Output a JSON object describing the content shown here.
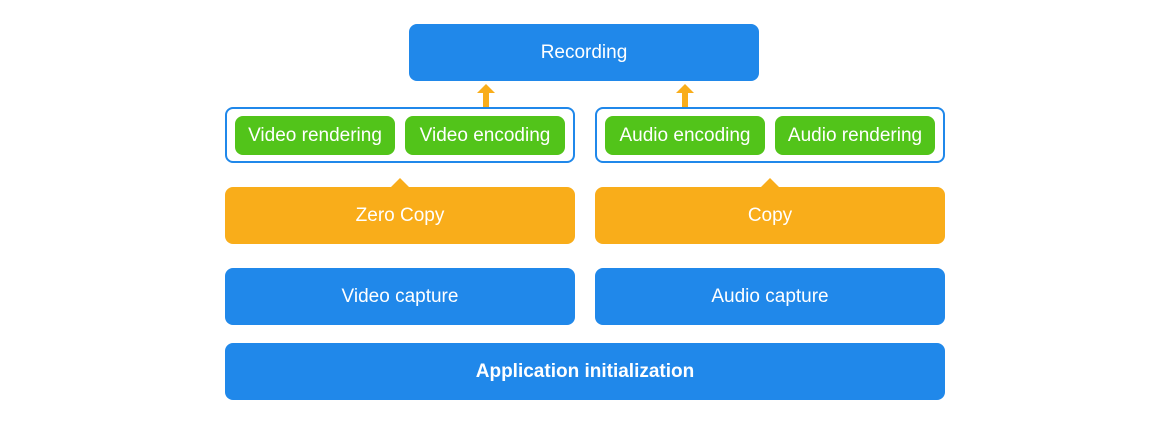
{
  "diagram": {
    "top": {
      "label": "Recording"
    },
    "video_group": {
      "items": [
        {
          "label": "Video rendering"
        },
        {
          "label": "Video encoding"
        }
      ]
    },
    "audio_group": {
      "items": [
        {
          "label": "Audio encoding"
        },
        {
          "label": "Audio rendering"
        }
      ]
    },
    "copy_layer": {
      "video": {
        "label": "Zero Copy"
      },
      "audio": {
        "label": "Copy"
      }
    },
    "capture_layer": {
      "video": {
        "label": "Video capture"
      },
      "audio": {
        "label": "Audio capture"
      }
    },
    "base": {
      "label": "Application initialization"
    },
    "colors": {
      "blue": "#2088ea",
      "orange": "#f9ad1a",
      "green": "#52c41a"
    },
    "arrows": [
      {
        "from": "Video encoding",
        "to": "Recording"
      },
      {
        "from": "Audio encoding",
        "to": "Recording"
      }
    ]
  }
}
